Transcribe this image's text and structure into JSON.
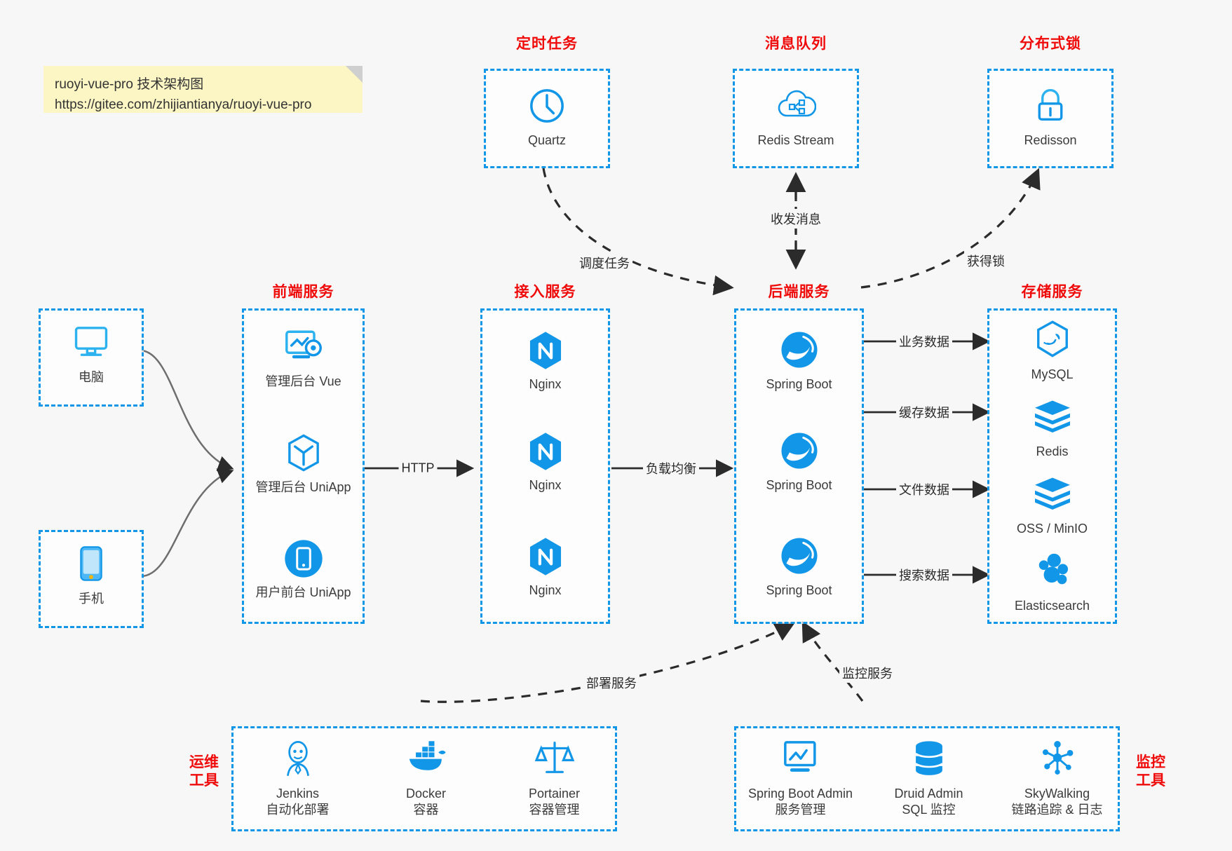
{
  "note": {
    "line1": "ruoyi-vue-pro 技术架构图",
    "line2": "https://gitee.com/zhijiantianya/ruoyi-vue-pro"
  },
  "groups": {
    "scheduler": {
      "title": "定时任务",
      "nodes": [
        {
          "icon": "clock-icon",
          "label": "Quartz"
        }
      ]
    },
    "mq": {
      "title": "消息队列",
      "nodes": [
        {
          "icon": "cloud-stream-icon",
          "label": "Redis Stream"
        }
      ]
    },
    "lock": {
      "title": "分布式锁",
      "nodes": [
        {
          "icon": "lock-icon",
          "label": "Redisson"
        }
      ]
    },
    "clients": {
      "title": "",
      "nodes": [
        {
          "icon": "desktop-icon",
          "label": "电脑"
        },
        {
          "icon": "phone-icon",
          "label": "手机"
        }
      ]
    },
    "frontend": {
      "title": "前端服务",
      "nodes": [
        {
          "icon": "dashboard-gear-icon",
          "label": "管理后台 Vue"
        },
        {
          "icon": "cube-icon",
          "label": "管理后台 UniApp"
        },
        {
          "icon": "mobile-circle-icon",
          "label": "用户前台 UniApp"
        }
      ]
    },
    "gateway": {
      "title": "接入服务",
      "nodes": [
        {
          "icon": "nginx-icon",
          "label": "Nginx"
        },
        {
          "icon": "nginx-icon",
          "label": "Nginx"
        },
        {
          "icon": "nginx-icon",
          "label": "Nginx"
        }
      ]
    },
    "backend": {
      "title": "后端服务",
      "nodes": [
        {
          "icon": "spring-icon",
          "label": "Spring Boot"
        },
        {
          "icon": "spring-icon",
          "label": "Spring Boot"
        },
        {
          "icon": "spring-icon",
          "label": "Spring Boot"
        }
      ]
    },
    "storage": {
      "title": "存储服务",
      "nodes": [
        {
          "icon": "mysql-icon",
          "label": "MySQL"
        },
        {
          "icon": "redis-icon",
          "label": "Redis"
        },
        {
          "icon": "oss-icon",
          "label": "OSS / MinIO"
        },
        {
          "icon": "elasticsearch-icon",
          "label": "Elasticsearch"
        }
      ]
    },
    "devops": {
      "title": "运维\n工具",
      "title_l1": "运维",
      "title_l2": "工具",
      "nodes": [
        {
          "icon": "jenkins-icon",
          "label": "Jenkins",
          "sub": "自动化部署"
        },
        {
          "icon": "docker-icon",
          "label": "Docker",
          "sub": "容器"
        },
        {
          "icon": "portainer-icon",
          "label": "Portainer",
          "sub": "容器管理"
        }
      ]
    },
    "monitor": {
      "title_l1": "监控",
      "title_l2": "工具",
      "nodes": [
        {
          "icon": "sba-monitor-icon",
          "label": "Spring Boot Admin",
          "sub": "服务管理"
        },
        {
          "icon": "database-icon",
          "label": "Druid Admin",
          "sub": "SQL 监控"
        },
        {
          "icon": "skywalking-icon",
          "label": "SkyWalking",
          "sub": "链路追踪 & 日志"
        }
      ]
    }
  },
  "edges": {
    "http": "HTTP",
    "load_balance": "负载均衡",
    "schedule_task": "调度任务",
    "send_receive_message": "收发消息",
    "acquire_lock": "获得锁",
    "business_data": "业务数据",
    "cache_data": "缓存数据",
    "file_data": "文件数据",
    "search_data": "搜索数据",
    "deploy_service": "部署服务",
    "monitor_service": "监控服务"
  },
  "colors": {
    "accent_blue": "#1296e8",
    "title_red": "#f00b0b",
    "note_yellow": "#fbf6c4",
    "background": "#f7f7f7",
    "edge_dark": "#2b2b2b"
  }
}
